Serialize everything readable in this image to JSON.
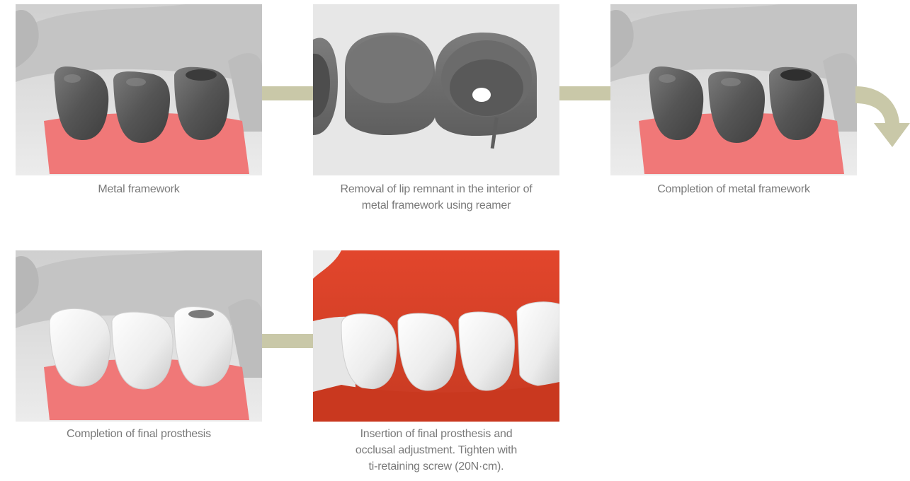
{
  "steps": [
    {
      "id": "metal-framework",
      "caption": "Metal framework"
    },
    {
      "id": "lip-removal",
      "caption_lines": [
        "Removal of lip remnant in the interior of",
        "metal framework using reamer"
      ]
    },
    {
      "id": "completion-metal",
      "caption": "Completion of metal framework"
    },
    {
      "id": "completion-final",
      "caption": "Completion of final prosthesis"
    },
    {
      "id": "insertion",
      "caption_lines": [
        "Insertion of final prosthesis and",
        "occlusal adjustment. Tighten with",
        "ti-retaining screw (20N·cm)."
      ]
    }
  ],
  "colors": {
    "connector": "#c9c8a8",
    "caption": "#7a7a7a",
    "gum": "#f07878",
    "metal_tooth": "#5a5a5a",
    "white_tooth": "#f4f4f4",
    "flat_tissue": "#d8442a"
  },
  "icons": {
    "next_row_arrow": "curved-arrow-down-right"
  }
}
